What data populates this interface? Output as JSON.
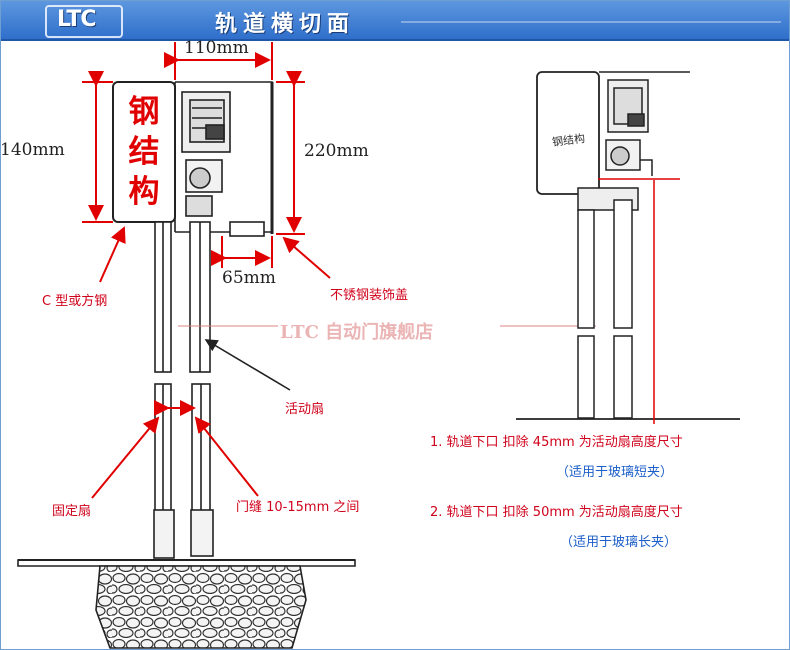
{
  "header": {
    "logo": "LTC",
    "title": "轨道横切面"
  },
  "dimensions": {
    "width_top": "110mm",
    "height_left": "140mm",
    "height_right": "220mm",
    "cover_width": "65mm"
  },
  "box_label_chars": [
    "钢",
    "结",
    "构"
  ],
  "box_label_small": "钢结构",
  "labels": {
    "c_steel": "C 型或方钢",
    "cover": "不锈钢装饰盖",
    "moving_leaf": "活动扇",
    "fixed_leaf": "固定扇",
    "gap": "门缝 10-15mm 之间"
  },
  "watermark": "LTC 自动门旗舰店",
  "notes": [
    {
      "text": "1. 轨道下口 扣除 45mm 为活动扇高度尺寸",
      "sub": "（适用于玻璃短夹）"
    },
    {
      "text": "2. 轨道下口 扣除 50mm 为活动扇高度尺寸",
      "sub": "（适用于玻璃长夹）"
    }
  ],
  "colors": {
    "header": "#2f6fcb",
    "dimension_red": "#e00000",
    "note_red": "#d0021b",
    "note_blue": "#1c5fc9"
  }
}
